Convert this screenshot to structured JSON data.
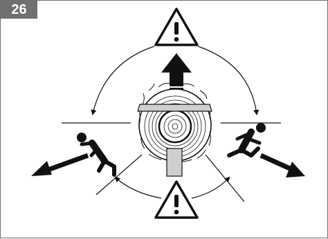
{
  "figure": {
    "number": "26"
  },
  "icons": {
    "warning_top": "warning-triangle",
    "warning_bottom": "warning-triangle",
    "runner_left": "running-person",
    "runner_right": "running-person",
    "tree_trunk": "tree-cross-section",
    "fall_direction": "fall-direction-arrow"
  },
  "colors": {
    "ink": "#111111",
    "badge": "#707070",
    "border": "#6e6e6e"
  }
}
